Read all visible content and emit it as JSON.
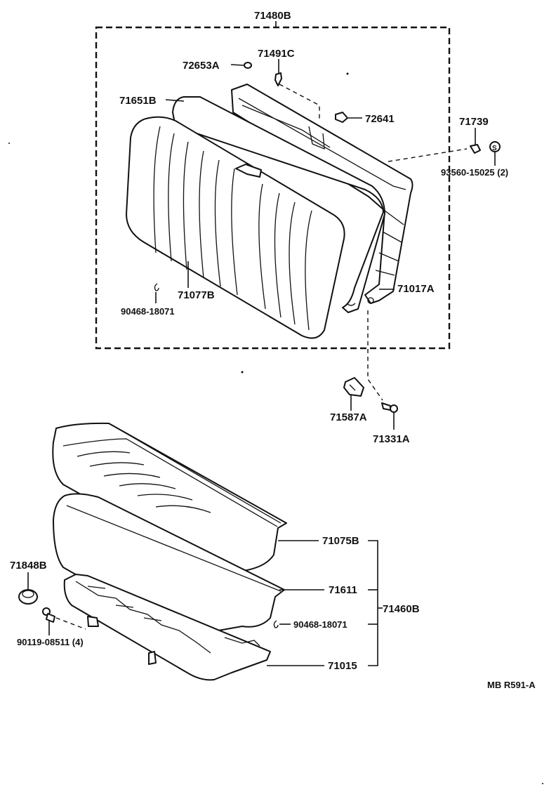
{
  "labels": {
    "assy_back": "71480B",
    "clip_72653a": "72653A",
    "bolt_71491c": "71491C",
    "pad_71651b": "71651B",
    "grommet_72641": "72641",
    "bracket_71739": "71739",
    "nut_93560": "93560-15025 (2)",
    "ring_90468_upper": "90468-18071",
    "cover_71077b": "71077B",
    "frame_71017a": "71017A",
    "cover_71587a": "71587A",
    "bolt_71331a": "71331A",
    "cover_71075b": "71075B",
    "assy_cushion": "71460B",
    "pad_71611": "71611",
    "ring_90468_lower": "90468-18071",
    "frame_71015": "71015",
    "stopper_71848b": "71848B",
    "bolt_90119": "90119-08511 (4)",
    "drawing_code": "MB R591-A"
  }
}
